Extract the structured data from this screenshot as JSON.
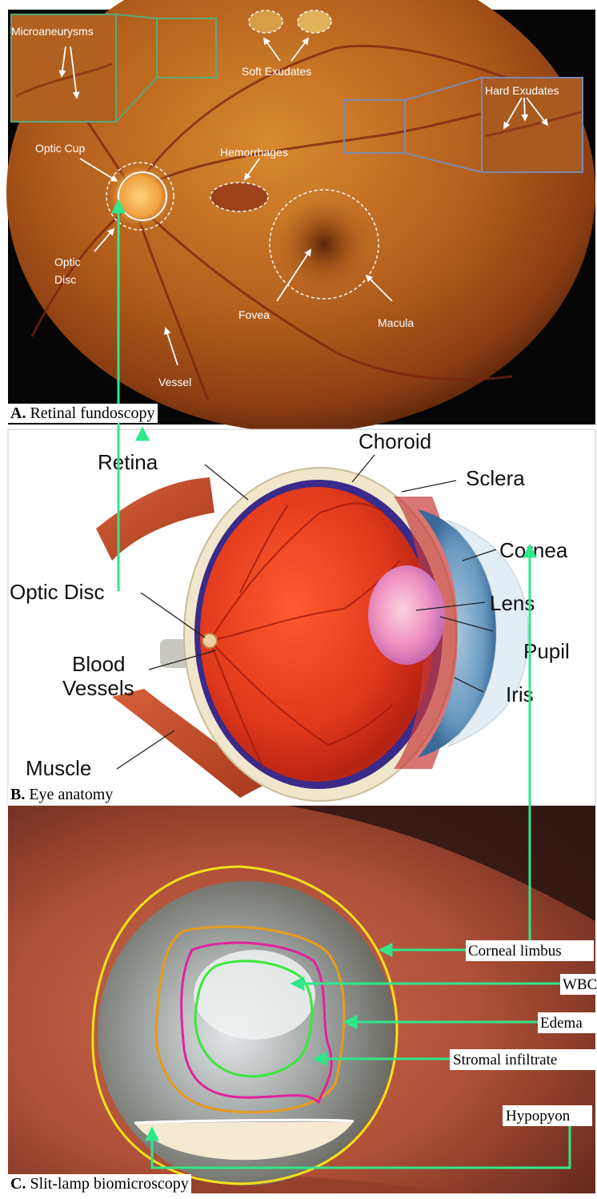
{
  "panel_a": {
    "caption_letter": "A.",
    "caption_text": "Retinal fundoscopy",
    "labels": {
      "microaneurysms": "Microaneurysms",
      "soft_exudates": "Soft Exudates",
      "hard_exudates": "Hard Exudates",
      "optic_cup": "Optic Cup",
      "hemorrhages": "Hemorrhages",
      "optic_disc_1": "Optic",
      "optic_disc_2": "Disc",
      "fovea": "Fovea",
      "macula": "Macula",
      "vessel": "Vessel"
    }
  },
  "panel_b": {
    "caption_letter": "B.",
    "caption_text": "Eye anatomy",
    "labels": {
      "choroid": "Choroid",
      "retina": "Retina",
      "sclera": "Sclera",
      "cornea": "Cornea",
      "optic_disc": "Optic Disc",
      "lens": "Lens",
      "pupil": "Pupil",
      "blood_1": "Blood",
      "blood_2": "Vessels",
      "iris": "Iris",
      "muscle": "Muscle"
    }
  },
  "panel_c": {
    "caption_letter": "C.",
    "caption_text": "Slit-lamp biomicroscopy",
    "labels": {
      "corneal_limbus": "Corneal limbus",
      "wbc": "WBC",
      "edema": "Edema",
      "stromal_infiltrate": "Stromal infiltrate",
      "hypopyon": "Hypopyon"
    }
  },
  "colors": {
    "connector": "#2ee88a",
    "limbus_outline": "#f3e21a",
    "edema_outline": "#e89a1c",
    "wbc_outline": "#e0249b",
    "infiltrate_outline": "#3ae83a",
    "hypopyon_outline": "#ffffff"
  }
}
